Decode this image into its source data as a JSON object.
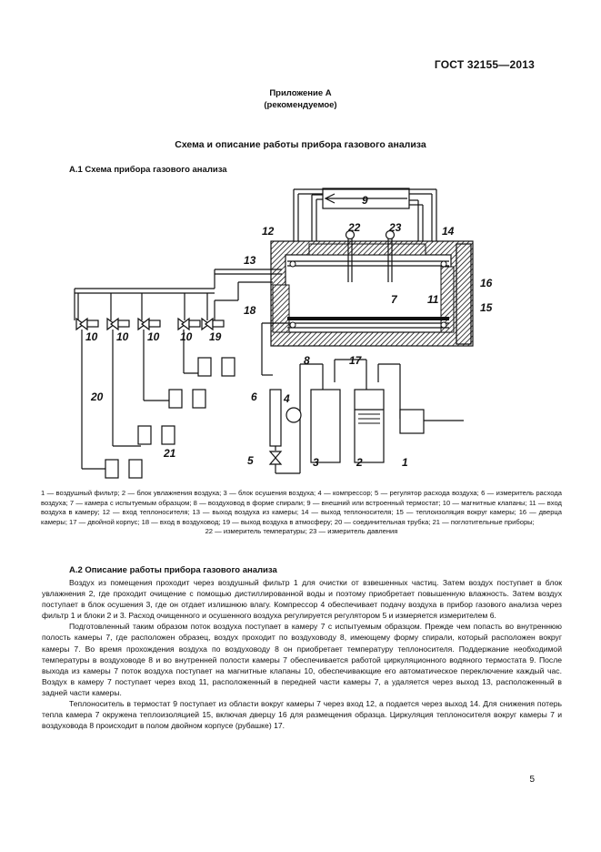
{
  "header": {
    "standard": "ГОСТ 32155—2013",
    "page_number": "5"
  },
  "annex": {
    "label": "Приложение А",
    "status": "(рекомендуемое)"
  },
  "title": "Схема и описание работы прибора газового анализа",
  "section_a1": "А.1  Схема прибора газового анализа",
  "diagram": {
    "labels": [
      "1",
      "2",
      "3",
      "4",
      "5",
      "6",
      "7",
      "8",
      "9",
      "10",
      "11",
      "12",
      "13",
      "14",
      "15",
      "16",
      "17",
      "18",
      "19",
      "20",
      "21",
      "22",
      "23"
    ]
  },
  "legend": [
    "1 — воздушный фильтр; 2 — блок увлажнения воздуха; 3 — блок осушения воздуха; 4 — компрессор; 5 — регулятор расхода воздуха; 6 — измеритель расхода воздуха; 7 — камера с испытуемым образцом; 8 — воздуховод в форме спирали; 9 — внешний или встроенный термостат; 10 — магнитные клапаны; 11 — вход воздуха в камеру; 12 — вход теплоносителя; 13 — выход воздуха из камеры; 14 — выход теплоносителя; 15 — теплоизоляция вокруг камеры; 16 — дверца камеры; 17 — двойной корпус; 18 — вход в воздуховод; 19 — выход воздуха в атмосферу; 20 — соединительная трубка; 21 — поглотительные приборы;",
    "22 — измеритель температуры; 23 — измеритель давления"
  ],
  "section_a2": "А.2  Описание работы прибора газового анализа",
  "paragraphs": [
    "Воздух из помещения проходит через воздушный фильтр 1 для очистки от взвешенных частиц. Затем воздух поступает в блок увлажнения 2, где проходит очищение с помощью дистиллированной воды и поэтому приобретает повышенную влажность. Затем воздух поступает в блок осушения 3, где он отдает излишнюю влагу. Компрессор 4 обеспечивает подачу воздуха в прибор газового анализа через фильтр 1 и блоки 2 и 3. Расход очищенного и осушенного воздуха регулируется регулятором 5 и измеряется измерителем 6.",
    "Подготовленный таким образом поток воздуха поступает в камеру 7 с испытуемым образцом. Прежде чем попасть во внутреннюю полость камеры 7, где расположен образец, воздух проходит по воздуховоду 8, имеющему форму спирали, который расположен вокруг камеры 7. Во время прохождения воздуха по воздуховоду 8 он приобретает температуру теплоносителя. Поддержание необходимой температуры в воздуховоде 8 и во внутренней полости камеры 7 обеспечивается работой циркуляционного водяного термостата 9. После выхода из камеры 7 поток воздуха поступает на магнитные клапаны 10, обеспечивающие его автоматическое переключение каждый час. Воздух в камеру 7 поступает через вход 11, расположенный в передней части камеры 7, а удаляется через выход 13, расположенный в задней части камеры.",
    "Теплоноситель в термостат 9 поступает из области вокруг камеры 7 через вход 12, а подается через выход 14. Для снижения потерь тепла камера 7 окружена теплоизоляцией 15, включая дверцу 16 для размещения образца. Циркуляция теплоносителя вокруг камеры 7 и воздуховода 8 происходит в полом двойном корпусе (рубашке) 17."
  ]
}
